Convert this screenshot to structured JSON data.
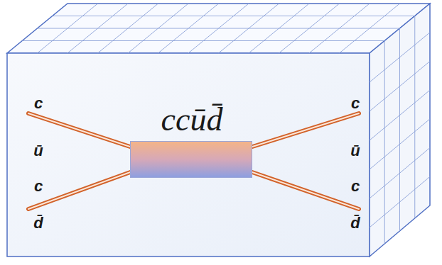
{
  "diagram": {
    "nodes": [
      {
        "text": [
          "ccūd̄"
        ]
      }
    ],
    "labels": [
      "c",
      "ū",
      "c",
      "d̄",
      "c",
      "ū",
      "c",
      "d̄"
    ]
  }
}
